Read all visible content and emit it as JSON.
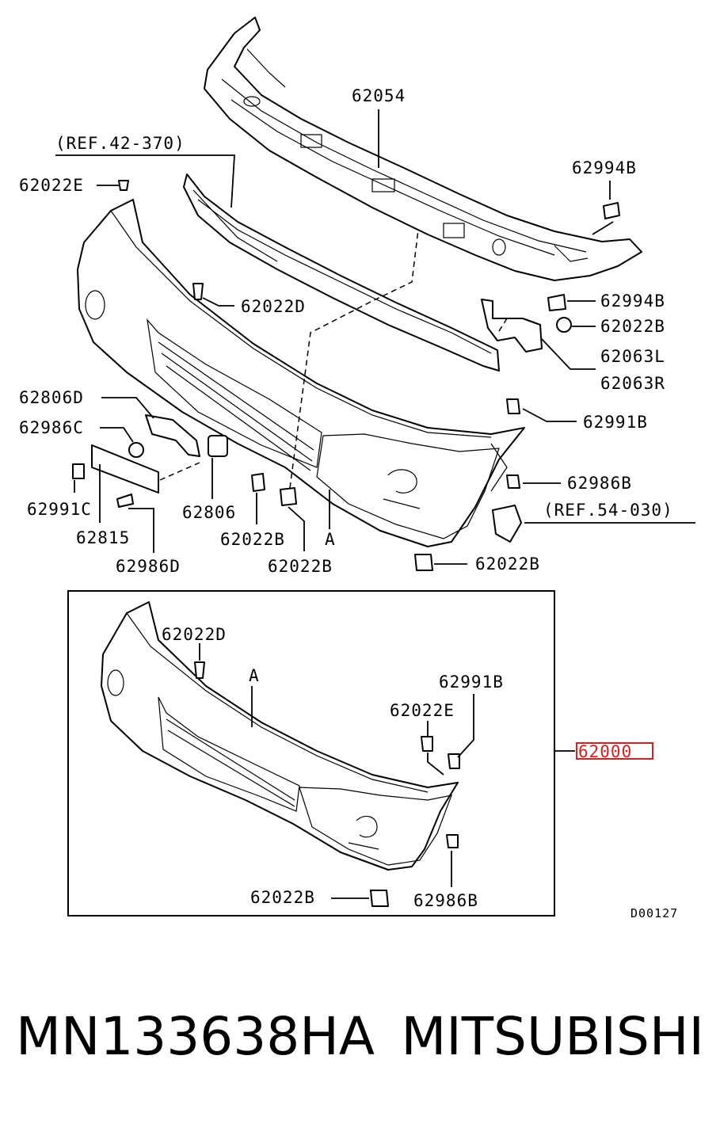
{
  "labels": {
    "reinforcement": "62054",
    "ref_upper": "(REF.42-370)",
    "clip_e_top": "62022E",
    "bolt_b_upper": "62994B",
    "clip_d_top": "62022D",
    "bolt_b_lower": "62994B",
    "nut_b_bracket": "62022B",
    "bracket_l": "62063L",
    "bracket_r": "62063R",
    "bracket_d": "62806D",
    "screw_c": "62986C",
    "clip_b_right": "62991B",
    "screw_b_right": "62986B",
    "ref_lower": "(REF.54-030)",
    "clip_c": "62991C",
    "plate": "62815",
    "screw_d": "62986D",
    "pad": "62806",
    "nut_b_a": "62022B",
    "nut_b_b": "62022B",
    "point_a": "A",
    "nut_b_bottom": "62022B"
  },
  "inset": {
    "clip_d": "62022D",
    "point_a": "A",
    "clip_b": "62991B",
    "clip_e": "62022E",
    "assembly": "62000",
    "nut_b": "62022B",
    "screw_b": "62986B",
    "diagram_code": "D00127"
  },
  "footer": {
    "part_number": "MN133638HA",
    "brand": "MITSUBISHI"
  },
  "colors": {
    "highlight": "#d62020",
    "ink": "#000000"
  }
}
